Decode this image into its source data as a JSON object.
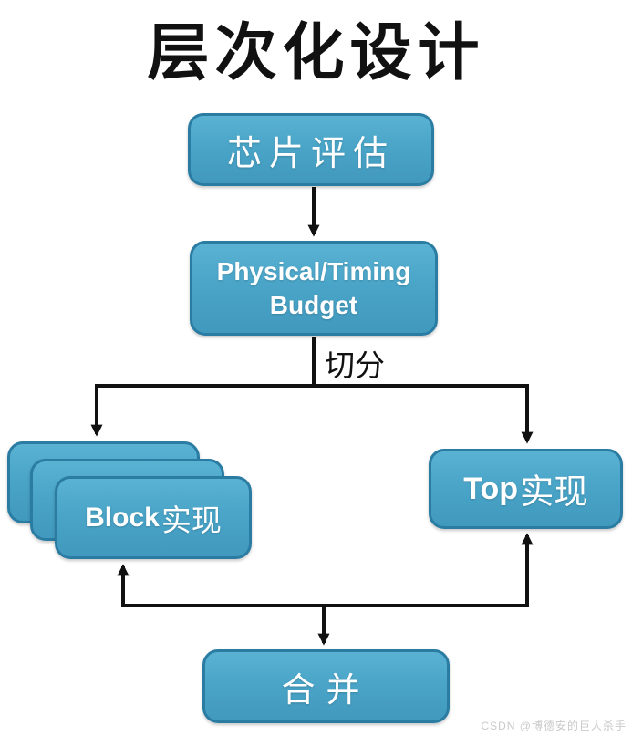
{
  "title": "层次化设计",
  "watermark": "CSDN @博德安的巨人杀手",
  "colors": {
    "box_fill": "#4aa5c8",
    "box_border": "#2b7ca3",
    "arrow": "#111111",
    "box_text": "#ffffff",
    "title_text": "#111111",
    "watermark_text": "#c9c9c9",
    "background": "#ffffff"
  },
  "nodes": {
    "chip_eval": {
      "label": "芯片评估"
    },
    "budget": {
      "line1": "Physical/Timing",
      "line2": "Budget"
    },
    "block_impl": {
      "label_en": "Block",
      "label_cn": "实现",
      "stack_count": 3
    },
    "top_impl": {
      "label_en": "Top",
      "label_cn": "实现"
    },
    "merge": {
      "label": "合并"
    }
  },
  "edges": {
    "split_label": "切分",
    "flow": [
      "chip_eval -> budget",
      "budget -> split",
      "split -> block_impl",
      "split -> top_impl",
      "merge_junction -> block_impl",
      "merge_junction -> top_impl",
      "merge_junction -> merge"
    ]
  }
}
